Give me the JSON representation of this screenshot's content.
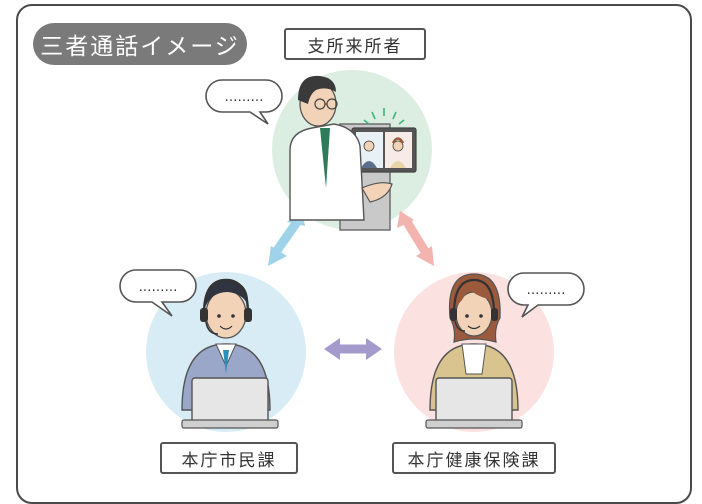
{
  "title": "三者通話イメージ",
  "participants": {
    "visitor": {
      "label": "支所来所者",
      "speech": "………",
      "bg_color": "#dceee1"
    },
    "citizen_division": {
      "label": "本庁市民課",
      "speech": "………",
      "bg_color": "#d7ecf4"
    },
    "health_insurance_division": {
      "label": "本庁健康保険課",
      "speech": "………",
      "bg_color": "#fbe1df"
    }
  },
  "arrows": {
    "visitor_citizen_color": "#9fd3ea",
    "visitor_health_color": "#f3b3ae",
    "citizen_health_color": "#a49bcc"
  },
  "icons": [
    "kiosk-screen-icon",
    "headset-icon",
    "laptop-icon",
    "speech-bubble-icon"
  ]
}
